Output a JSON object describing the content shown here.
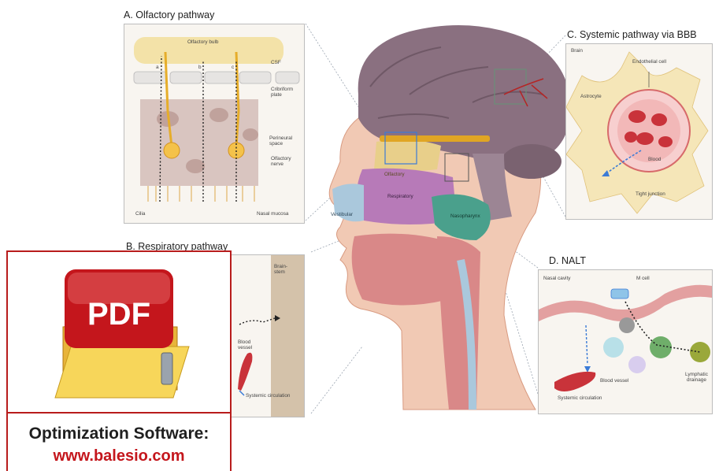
{
  "panels": {
    "a": {
      "title": "A. Olfactory pathway",
      "labels": {
        "bulb": "Olfactory bulb",
        "csf": "CSF",
        "a": "a",
        "b": "b",
        "c": "c",
        "cribriform": "Cribriform\nplate",
        "perineural": "Perineural\nspace",
        "nerve": "Olfactory\nnerve",
        "cilia": "Cilia",
        "mucosa": "Nasal mucosa"
      }
    },
    "b": {
      "title": "B. Respiratory pathway",
      "labels": {
        "brainstem": "Brain-\nstem",
        "blood_vessel": "Blood\nvessel",
        "systemic": "Systemic circulation"
      }
    },
    "c": {
      "title": "C. Systemic pathway via BBB",
      "labels": {
        "brain": "Brain",
        "endothelial": "Endothelial cell",
        "astrocyte": "Astrocyte",
        "blood": "Blood",
        "tight": "Tight junction"
      }
    },
    "d": {
      "title": "D. NALT",
      "labels": {
        "nasal_cavity": "Nasal cavity",
        "m_cell": "M cell",
        "blood_vessel": "Blood vessel",
        "lymphatic": "Lymphatic\ndrainage",
        "systemic": "Systemic circulation"
      }
    }
  },
  "regions": {
    "olfactory": "Olfactory",
    "respiratory": "Respiratory",
    "vestibular": "Vestibular",
    "nasopharynx": "Nasopharynx"
  },
  "badge": {
    "icon_text": "PDF",
    "line1": "Optimization Software:",
    "line2": "www.balesio.com"
  },
  "colors": {
    "brain": "#8a7080",
    "olfactory": "#e8cf8a",
    "respiratory": "#b77ab8",
    "nasopharynx": "#4aa08c",
    "vestibular": "#aac8dc",
    "tissue": "#d98888",
    "badge_red": "#c4161c"
  }
}
